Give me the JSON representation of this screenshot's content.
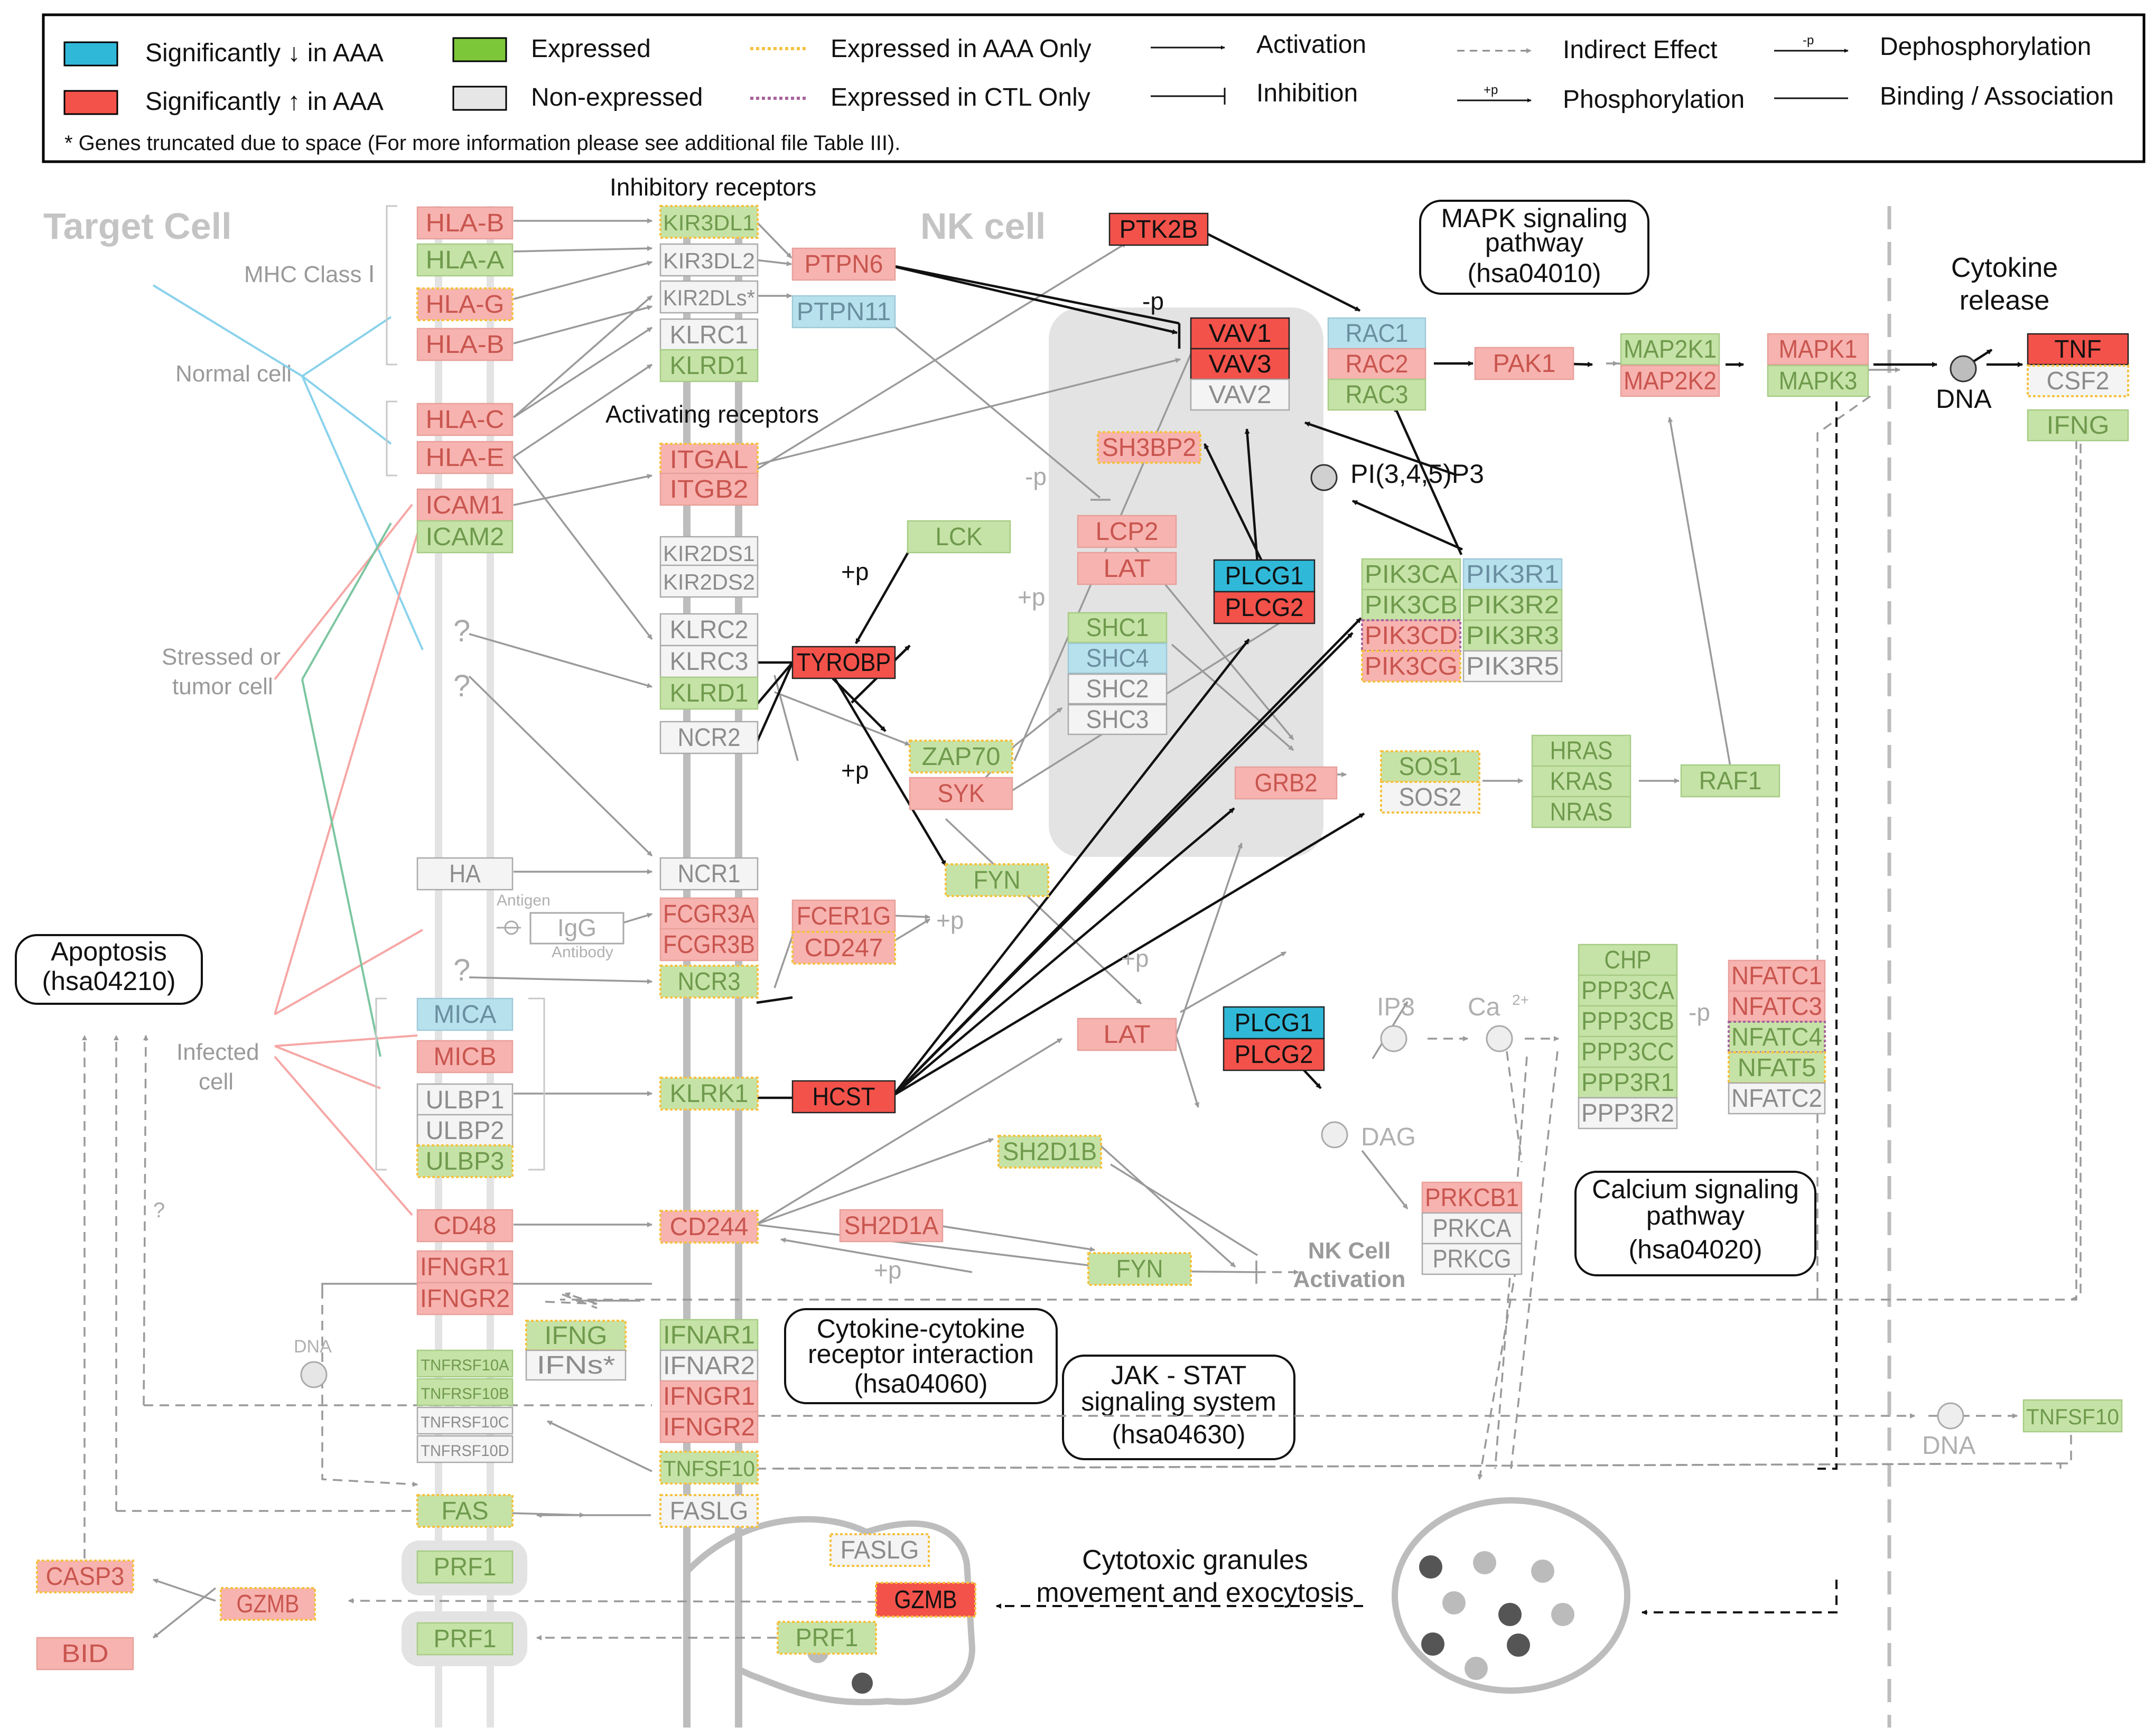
{
  "colors": {
    "sig_down": "#30b8d8",
    "sig_up": "#f3524a",
    "expressed": "#7cc63a",
    "non_expressed": "#e6e6e6",
    "aaa_only_border": "#f5c242",
    "ctl_only_border": "#a8659b",
    "light_red_fill": "#f7b3af",
    "light_red_text": "#c9554f",
    "light_green_fill": "#c6e3a7",
    "light_green_text": "#6f9a4d",
    "light_grey_text": "#8c8c8c",
    "light_blue_fill": "#b8e1ee"
  },
  "legend": {
    "items": [
      {
        "label": "Significantly ↓ in AAA"
      },
      {
        "label": "Significantly ↑ in AAA"
      },
      {
        "label": "Expressed"
      },
      {
        "label": "Non-expressed"
      },
      {
        "label": "Expressed in AAA Only"
      },
      {
        "label": "Expressed in CTL Only"
      },
      {
        "label": "Activation"
      },
      {
        "label": "Inhibition"
      },
      {
        "label": "Indirect Effect"
      },
      {
        "label": "Phosphorylation"
      },
      {
        "label": "Dephosphorylation"
      },
      {
        "label": "Binding / Association"
      }
    ],
    "phos_symbol": "+p",
    "dephos_symbol": "-p",
    "footnote": "* Genes truncated due to space (For more information please see additional file Table III)."
  },
  "diagram": {
    "target_cell_title": "Target Cell",
    "nk_cell_title": "NK cell",
    "inhibitory_receptors": "Inhibitory receptors",
    "activating_receptors": "Activating receptors",
    "mhc_class_label": "MHC Class Ⅰ",
    "normal_cell": "Normal cell",
    "stressed_cell": [
      "Stressed or",
      "tumor cell"
    ],
    "infected_cell": [
      "Infected",
      "cell"
    ],
    "mapk_ref": [
      "MAPK signaling",
      "pathway",
      "(hsa04010)"
    ],
    "apoptosis_ref": [
      "Apoptosis",
      "(hsa04210)"
    ],
    "calcium_ref": [
      "Calcium signaling",
      "pathway",
      "(hsa04020)"
    ],
    "cytokine_ref": [
      "Cytokine-cytokine",
      "receptor interaction",
      "(hsa04060)"
    ],
    "jak_ref": [
      "JAK - STAT",
      "signaling system",
      "(hsa04630)"
    ],
    "cytokine_release": [
      "Cytokine",
      "release"
    ],
    "nk_activation": [
      "NK Cell",
      "Activation"
    ],
    "granules": [
      "Cytotoxic granules",
      "movement and exocytosis"
    ],
    "dna_1": "DNA",
    "dna_2": "DNA",
    "dna_3": "DNA",
    "pip3": "PI(3,4,5)P3",
    "ip3": "IP3",
    "ca": "Ca",
    "ca_sup": "2+",
    "dag": "DAG",
    "antigen": "Antigen",
    "antibody": "Antibody",
    "q_marks": [
      "?",
      "?",
      "?",
      "?"
    ],
    "plus_p": "+p",
    "minus_p": "-p",
    "nodes": [
      {
        "label": "HLA-B",
        "style": "upL"
      },
      {
        "label": "HLA-A",
        "style": "exL"
      },
      {
        "label": "HLA-G",
        "style": "upL"
      },
      {
        "label": "HLA-B",
        "style": "upL"
      },
      {
        "label": "HLA-C",
        "style": "upL"
      },
      {
        "label": "HLA-E",
        "style": "upL"
      },
      {
        "label": "ICAM1",
        "style": "upL"
      },
      {
        "label": "ICAM2",
        "style": "exL"
      },
      {
        "label": "HA",
        "style": "noL"
      },
      {
        "label": "MICA",
        "style": "dnL"
      },
      {
        "label": "MICB",
        "style": "upL"
      },
      {
        "label": "ULBP1",
        "style": "noL"
      },
      {
        "label": "ULBP2",
        "style": "noL"
      },
      {
        "label": "ULBP3",
        "style": "exL"
      },
      {
        "label": "CD48",
        "style": "upL"
      },
      {
        "label": "IFNGR1",
        "style": "upL"
      },
      {
        "label": "IFNGR2",
        "style": "upL"
      },
      {
        "label": "TNFRSF10A",
        "style": "exL"
      },
      {
        "label": "TNFRSF10B",
        "style": "exL"
      },
      {
        "label": "TNFRSF10C",
        "style": "noL"
      },
      {
        "label": "TNFRSF10D",
        "style": "noL"
      },
      {
        "label": "FAS",
        "style": "exL"
      },
      {
        "label": "PRF1",
        "style": "exL"
      },
      {
        "label": "PRF1",
        "style": "exL"
      },
      {
        "label": "CASP3",
        "style": "upL"
      },
      {
        "label": "BID",
        "style": "upL"
      },
      {
        "label": "GZMB",
        "style": "upL"
      },
      {
        "label": "KIR3DL1",
        "style": "exL"
      },
      {
        "label": "KIR3DL2",
        "style": "noL"
      },
      {
        "label": "KIR2DLs*",
        "style": "noL"
      },
      {
        "label": "KLRC1",
        "style": "noL"
      },
      {
        "label": "KLRD1",
        "style": "exL"
      },
      {
        "label": "ITGAL",
        "style": "upL"
      },
      {
        "label": "ITGB2",
        "style": "upL"
      },
      {
        "label": "KIR2DS1",
        "style": "noL"
      },
      {
        "label": "KIR2DS2",
        "style": "noL"
      },
      {
        "label": "KLRC2",
        "style": "noL"
      },
      {
        "label": "KLRC3",
        "style": "noL"
      },
      {
        "label": "KLRD1",
        "style": "exL"
      },
      {
        "label": "NCR2",
        "style": "noL"
      },
      {
        "label": "NCR1",
        "style": "noL"
      },
      {
        "label": "FCGR3A",
        "style": "upL"
      },
      {
        "label": "FCGR3B",
        "style": "upL"
      },
      {
        "label": "NCR3",
        "style": "exL"
      },
      {
        "label": "KLRK1",
        "style": "exL"
      },
      {
        "label": "CD244",
        "style": "upL"
      },
      {
        "label": "IFNAR1",
        "style": "exL"
      },
      {
        "label": "IFNAR2",
        "style": "noL"
      },
      {
        "label": "IFNGR1",
        "style": "upL"
      },
      {
        "label": "IFNGR2",
        "style": "upL"
      },
      {
        "label": "TNFSF10",
        "style": "exL"
      },
      {
        "label": "FASLG",
        "style": "noL"
      },
      {
        "label": "IFNG",
        "style": "exL"
      },
      {
        "label": "IFNs*",
        "style": "noL"
      },
      {
        "label": "PTPN6",
        "style": "upL"
      },
      {
        "label": "PTPN11",
        "style": "dnL"
      },
      {
        "label": "TYROBP",
        "style": "up"
      },
      {
        "label": "LCK",
        "style": "exL"
      },
      {
        "label": "ZAP70",
        "style": "exL"
      },
      {
        "label": "SYK",
        "style": "upL"
      },
      {
        "label": "FYN",
        "style": "exL"
      },
      {
        "label": "FCER1G",
        "style": "upL"
      },
      {
        "label": "CD247",
        "style": "upL"
      },
      {
        "label": "HCST",
        "style": "up"
      },
      {
        "label": "SH2D1A",
        "style": "upL"
      },
      {
        "label": "SH2D1B",
        "style": "exL"
      },
      {
        "label": "FYN",
        "style": "exL"
      },
      {
        "label": "PTK2B",
        "style": "up"
      },
      {
        "label": "VAV1",
        "style": "up"
      },
      {
        "label": "VAV3",
        "style": "up"
      },
      {
        "label": "VAV2",
        "style": "noL"
      },
      {
        "label": "SH3BP2",
        "style": "upL"
      },
      {
        "label": "LCP2",
        "style": "upL"
      },
      {
        "label": "LAT",
        "style": "upL"
      },
      {
        "label": "SHC1",
        "style": "exL"
      },
      {
        "label": "SHC4",
        "style": "dnL"
      },
      {
        "label": "SHC2",
        "style": "noL"
      },
      {
        "label": "SHC3",
        "style": "noL"
      },
      {
        "label": "PLCG1",
        "style": "dn"
      },
      {
        "label": "PLCG2",
        "style": "up"
      },
      {
        "label": "GRB2",
        "style": "upL"
      },
      {
        "label": "LAT",
        "style": "upL"
      },
      {
        "label": "PLCG1",
        "style": "dn"
      },
      {
        "label": "PLCG2",
        "style": "up"
      },
      {
        "label": "RAC1",
        "style": "dnL"
      },
      {
        "label": "RAC2",
        "style": "upL"
      },
      {
        "label": "RAC3",
        "style": "exL"
      },
      {
        "label": "PAK1",
        "style": "upL"
      },
      {
        "label": "PIK3CA",
        "style": "exL"
      },
      {
        "label": "PIK3R1",
        "style": "dnL"
      },
      {
        "label": "PIK3CB",
        "style": "exL"
      },
      {
        "label": "PIK3R2",
        "style": "exL"
      },
      {
        "label": "PIK3CD",
        "style": "upL"
      },
      {
        "label": "PIK3R3",
        "style": "exL"
      },
      {
        "label": "PIK3CG",
        "style": "upL"
      },
      {
        "label": "PIK3R5",
        "style": "noL"
      },
      {
        "label": "SOS1",
        "style": "exL"
      },
      {
        "label": "SOS2",
        "style": "noL"
      },
      {
        "label": "HRAS",
        "style": "exL"
      },
      {
        "label": "KRAS",
        "style": "exL"
      },
      {
        "label": "NRAS",
        "style": "exL"
      },
      {
        "label": "RAF1",
        "style": "exL"
      },
      {
        "label": "MAP2K1",
        "style": "exL"
      },
      {
        "label": "MAP2K2",
        "style": "upL"
      },
      {
        "label": "MAPK1",
        "style": "upL"
      },
      {
        "label": "MAPK3",
        "style": "exL"
      },
      {
        "label": "TNF",
        "style": "up"
      },
      {
        "label": "CSF2",
        "style": "noL"
      },
      {
        "label": "IFNG",
        "style": "exL"
      },
      {
        "label": "CHP",
        "style": "exL"
      },
      {
        "label": "PPP3CA",
        "style": "exL"
      },
      {
        "label": "PPP3CB",
        "style": "exL"
      },
      {
        "label": "PPP3CC",
        "style": "exL"
      },
      {
        "label": "PPP3R1",
        "style": "exL"
      },
      {
        "label": "PPP3R2",
        "style": "noL"
      },
      {
        "label": "NFATC1",
        "style": "upL"
      },
      {
        "label": "NFATC3",
        "style": "upL"
      },
      {
        "label": "NFATC4",
        "style": "exL"
      },
      {
        "label": "NFAT5",
        "style": "exL"
      },
      {
        "label": "NFATC2",
        "style": "noL"
      },
      {
        "label": "PRKCB1",
        "style": "upL"
      },
      {
        "label": "PRKCA",
        "style": "noL"
      },
      {
        "label": "PRKCG",
        "style": "noL"
      },
      {
        "label": "TNFSF10",
        "style": "exL"
      },
      {
        "label": "FASLG",
        "style": "noL"
      },
      {
        "label": "GZMB",
        "style": "up"
      },
      {
        "label": "PRF1",
        "style": "exL"
      }
    ]
  }
}
